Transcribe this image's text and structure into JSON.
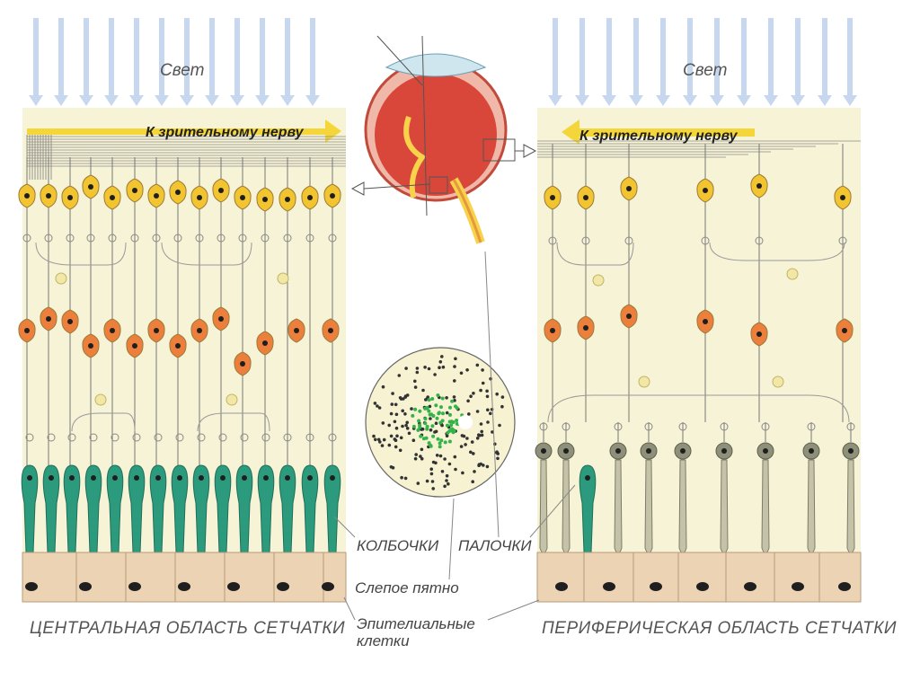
{
  "labels": {
    "light_left": "Свет",
    "light_right": "Свет",
    "nerve_left": "К зрительному нерву",
    "nerve_right": "К зрительному нерву",
    "cones": "КОЛБОЧКИ",
    "rods": "ПАЛОЧКИ",
    "blind_spot": "Слепое пятно",
    "epithelial_line1": "Эпителиальные",
    "epithelial_line2": "клетки",
    "central_title": "ЦЕНТРАЛЬНАЯ ОБЛАСТЬ СЕТЧАТКИ",
    "peripheral_title": "ПЕРИФЕРИЧЕСКАЯ ОБЛАСТЬ СЕТЧАТКИ"
  },
  "colors": {
    "panel_bg": "#f7f3d6",
    "light_arrow": "#c6d7ef",
    "nerve_arrow": "#f4d63a",
    "ganglion": "#f2c530",
    "bipolar": "#ec7f3c",
    "cone": "#2c9a7c",
    "rod": "#c4c2a8",
    "rod_body": "#8f9079",
    "epithelium": "#ecd3b3",
    "nucleus": "#1f1f1f",
    "eye_red": "#d9463a",
    "blindspot_dots_green": "#35b34a"
  }
}
